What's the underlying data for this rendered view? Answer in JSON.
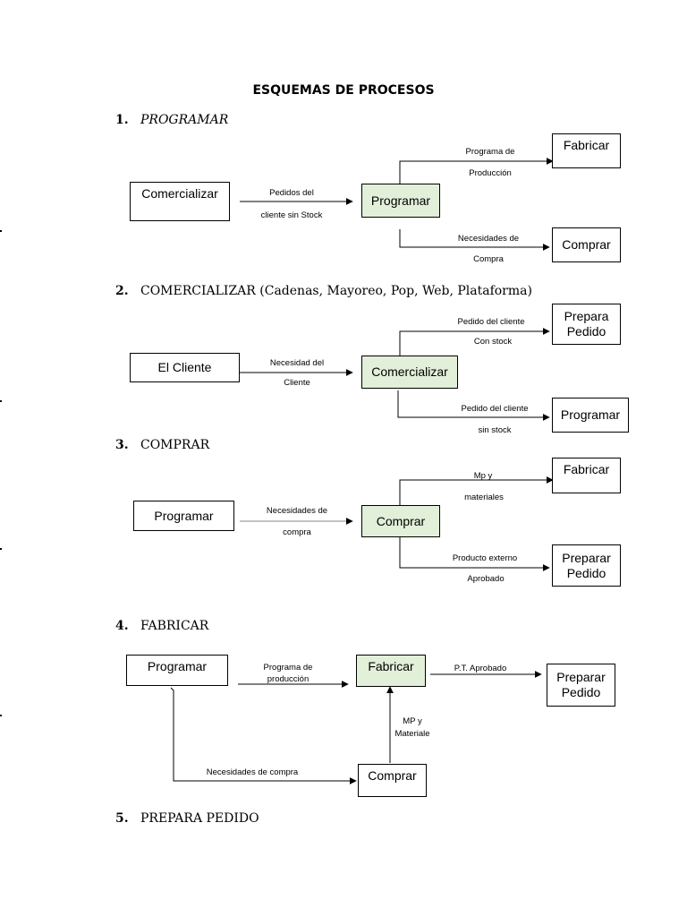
{
  "title": "ESQUEMAS DE PROCESOS",
  "sections": [
    {
      "num": "1.",
      "label": "PROGRAMAR"
    },
    {
      "num": "2.",
      "label": "COMERCIALIZAR (Cadenas, Mayoreo, Pop, Web, Plataforma)"
    },
    {
      "num": "3.",
      "label": "COMPRAR"
    },
    {
      "num": "4.",
      "label": "FABRICAR"
    },
    {
      "num": "5.",
      "label": "PREPARA PEDIDO"
    }
  ],
  "d1": {
    "source": "Comercializar",
    "center": "Programar",
    "top": "Fabricar",
    "bottom": "Comprar",
    "edge_in": [
      "Pedidos del",
      "cliente sin Stock"
    ],
    "edge_top": [
      "Programa de",
      "Producción"
    ],
    "edge_bottom": [
      "Necesidades de",
      "Compra"
    ]
  },
  "d2": {
    "source": "El Cliente",
    "center": "Comercializar",
    "top": [
      "Prepara",
      "Pedido"
    ],
    "bottom": "Programar",
    "edge_in": [
      "Necesidad del",
      "Cliente"
    ],
    "edge_top": [
      "Pedido del cliente",
      "Con stock"
    ],
    "edge_bottom": [
      "Pedido del cliente",
      "sin stock"
    ]
  },
  "d3": {
    "source": "Programar",
    "center": "Comprar",
    "top": "Fabricar",
    "bottom": [
      "Preparar",
      "Pedido"
    ],
    "edge_in": [
      "Necesidades de",
      "compra"
    ],
    "edge_top": [
      "Mp y",
      "materiales"
    ],
    "edge_bottom": [
      "Producto externo",
      "Aprobado"
    ]
  },
  "d4": {
    "source": "Programar",
    "center": "Fabricar",
    "target": [
      "Preparar",
      "Pedido"
    ],
    "supplier": "Comprar",
    "edge_in": [
      "Programa de",
      "producción"
    ],
    "edge_out": "P.T. Aprobado",
    "edge_supply": [
      "MP y",
      "Materiale"
    ],
    "edge_bottom": "Necesidades de compra"
  },
  "colors": {
    "process_fill": "#e2efd9",
    "line": "#000000"
  }
}
